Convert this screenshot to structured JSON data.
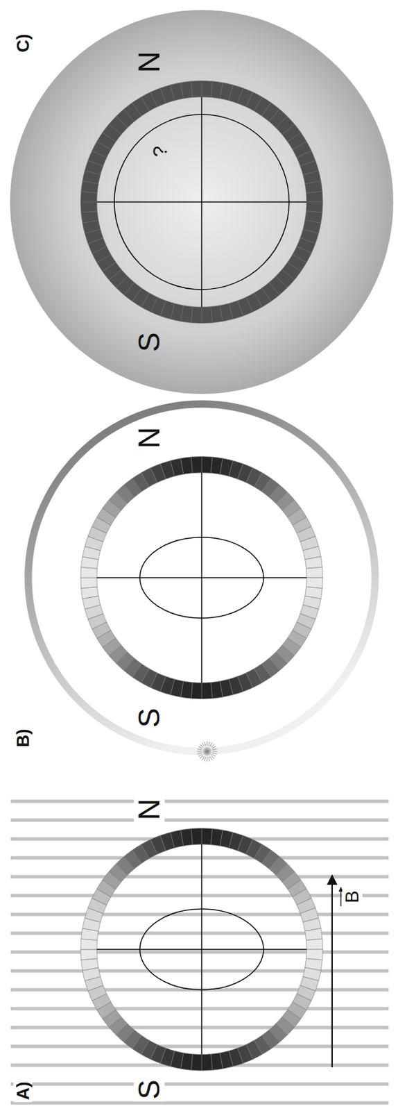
{
  "diagram": {
    "labels": [
      "C)",
      "N",
      "?",
      "S",
      "B)",
      "N",
      "S",
      "A)",
      "B",
      "N",
      "S"
    ]
  }
}
